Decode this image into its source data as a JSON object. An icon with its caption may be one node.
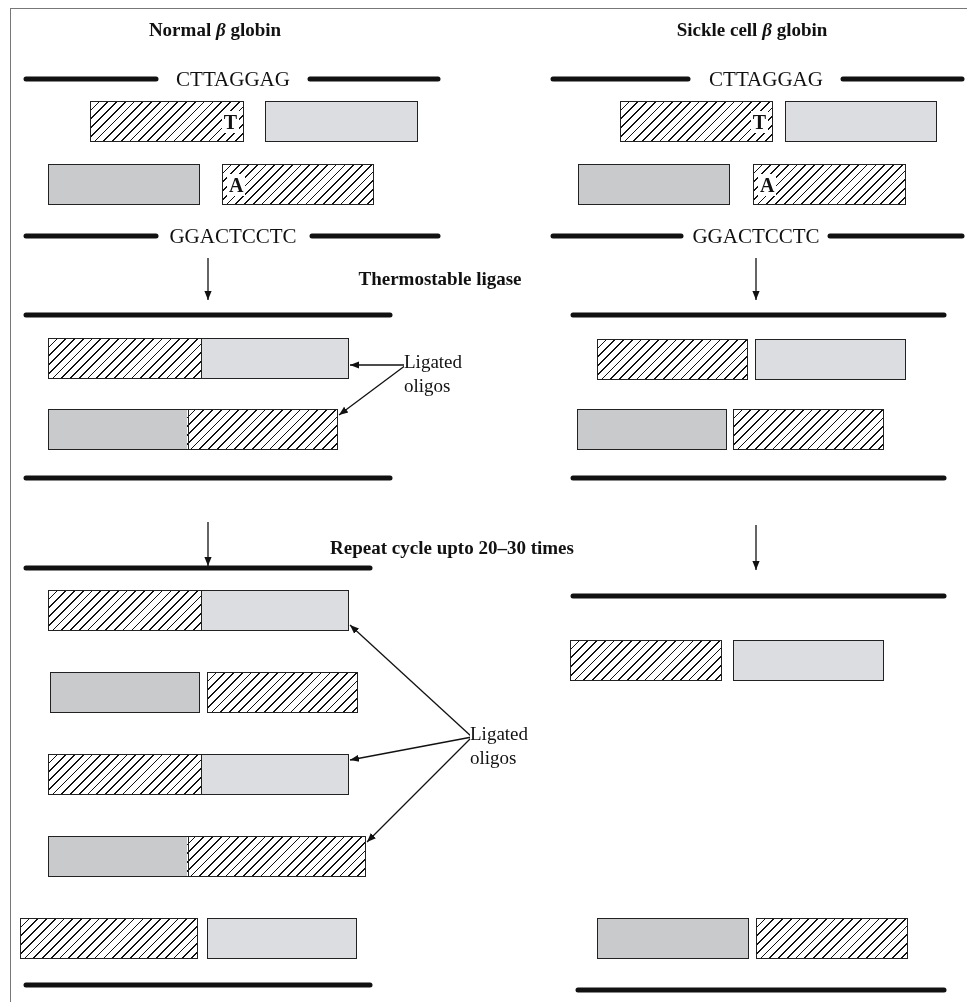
{
  "diagram": {
    "nodes": [
      {
        "text": [
          "T"
        ]
      },
      {
        "text": [],
        "shape": "bar"
      },
      {
        "text": [],
        "shape": "bar"
      },
      {
        "text": [
          "A"
        ]
      },
      {
        "text": [
          "T"
        ]
      },
      {
        "text": [],
        "shape": "bar"
      },
      {
        "text": [],
        "shape": "bar"
      },
      {
        "text": [
          "A"
        ]
      },
      {
        "text": [],
        "shape": "bar"
      },
      {
        "text": [
          "Ligated oligos"
        ]
      },
      {
        "text": [],
        "shape": "bar"
      },
      {
        "text": [],
        "shape": "bar"
      },
      {
        "text": [],
        "shape": "bar"
      },
      {
        "text": [],
        "shape": "bar"
      },
      {
        "text": [],
        "shape": "bar"
      },
      {
        "text": [],
        "shape": "bar"
      },
      {
        "text": [],
        "shape": "bar"
      },
      {
        "text": [],
        "shape": "bar"
      },
      {
        "text": [],
        "shape": "bar"
      },
      {
        "text": [],
        "shape": "bar"
      },
      {
        "text": [],
        "shape": "bar"
      },
      {
        "text": [],
        "shape": "bar"
      },
      {
        "text": [
          "Ligated oligos"
        ]
      },
      {
        "text": [],
        "shape": "bar"
      },
      {
        "text": [],
        "shape": "bar"
      },
      {
        "text": [],
        "shape": "bar"
      },
      {
        "text": [],
        "shape": "bar"
      }
    ],
    "edges": [
      {
        "from": 9,
        "to": 8,
        "arrow": "to"
      },
      {
        "from": 9,
        "to": 10,
        "arrow": "to"
      },
      {
        "from": 22,
        "to": 15,
        "arrow": "to"
      },
      {
        "from": 22,
        "to": 18,
        "arrow": "to"
      },
      {
        "from": 22,
        "to": 19,
        "arrow": "to"
      }
    ],
    "labels": [
      "Normal *β* globin",
      "Sickle cell *β* globin",
      "CTTAGGAG",
      "CTTAGGAG",
      "GGACTCCTC",
      "GGACTCCTC",
      "Thermostable ligase",
      "Repeat cycle upto 20–30 times"
    ]
  }
}
